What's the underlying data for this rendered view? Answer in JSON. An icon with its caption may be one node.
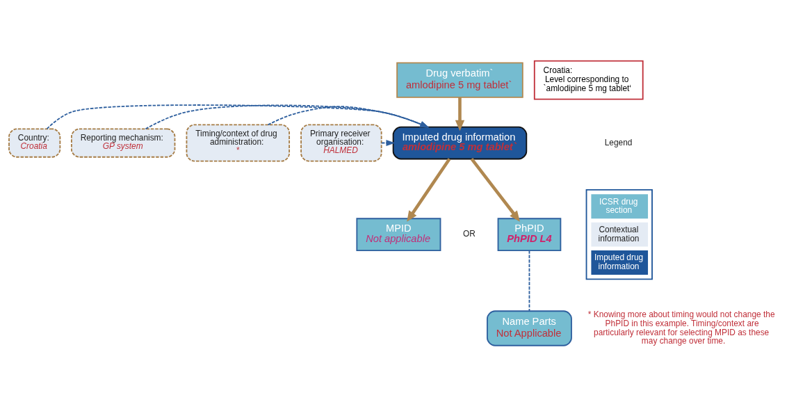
{
  "diagram": {
    "nodes": [
      {
        "text": [
          "Country:",
          "Croatia"
        ]
      },
      {
        "text": [
          "Reporting mechanism:",
          "GP system"
        ]
      },
      {
        "text": [
          "Timing/context of drug administration:",
          "*"
        ]
      },
      {
        "text": [
          "Primary receiver organisation:",
          "HALMED"
        ]
      },
      {
        "text": [
          "Drug verbatim`",
          "amlodipine 5 mg tablet`"
        ]
      },
      {
        "text": [
          "Imputed drug information",
          "amlodipine 5 mg tablet`"
        ]
      },
      {
        "text": [
          "MPID",
          "Not applicable"
        ]
      },
      {
        "text": [
          "PhPID",
          "PhPID L4"
        ]
      },
      {
        "text": [
          "Name Parts",
          "Not Applicable"
        ]
      },
      {
        "text": [
          "Croatia:",
          "Level corresponding to `amlodipine 5 mg tablet‘"
        ]
      }
    ],
    "edges": [
      {
        "from": 0,
        "to": 5,
        "arrow": "to",
        "style": "dashed"
      },
      {
        "from": 1,
        "to": 5,
        "arrow": "to",
        "style": "dashed"
      },
      {
        "from": 2,
        "to": 5,
        "arrow": "to",
        "style": "dashed"
      },
      {
        "from": 3,
        "to": 5,
        "arrow": "to",
        "style": "dashed"
      },
      {
        "from": 4,
        "to": 5,
        "arrow": "to",
        "style": "thick",
        "color": "#b08850"
      },
      {
        "from": 5,
        "to": 6,
        "arrow": "to",
        "style": "thick",
        "color": "#b08850"
      },
      {
        "from": 5,
        "to": 7,
        "arrow": "to",
        "style": "thick",
        "color": "#b08850"
      },
      {
        "from": 7,
        "to": 8,
        "arrow": "none",
        "style": "dashed"
      }
    ],
    "labels": [
      "OR",
      "Legend",
      "* Knowing more about timing would not change the PhPID in this example. Timing/context are particularly relevant for selecting MPID as these may change over time."
    ],
    "legend": [
      {
        "text": "ICSR drug section",
        "color": "#75bcd0"
      },
      {
        "text": "Contextual information",
        "color": "#e4ebf4"
      },
      {
        "text": "Imputed drug information",
        "color": "#1f569a"
      }
    ]
  }
}
